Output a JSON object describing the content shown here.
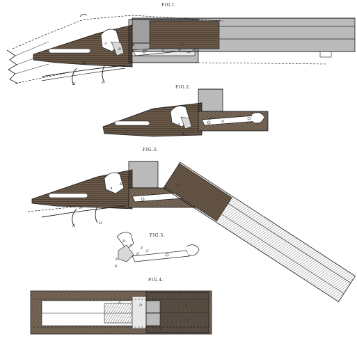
{
  "figures": {
    "fig1": {
      "label": "FIG.I.",
      "refs": {
        "a": "A",
        "b": "B",
        "c": "C",
        "c1": "C'",
        "d": "D",
        "h": "H",
        "hp": "H'",
        "h2": "H",
        "e": "E"
      }
    },
    "fig2": {
      "label": "FIG.2.",
      "refs": {
        "c": "C",
        "c1": "C'",
        "d": "D",
        "k": "K",
        "a": "A"
      }
    },
    "fig3": {
      "label": "FIG.3.",
      "refs": {
        "a": "A",
        "b": "B",
        "f": "F",
        "e": "E",
        "hp": "H'",
        "h": "H",
        "h2": "H"
      }
    },
    "fig4": {
      "label": "FIG.4.",
      "refs": {
        "c": "C",
        "c2": "C",
        "cp": "C'",
        "d": "D",
        "a": "A",
        "c3": "C"
      }
    },
    "fig5": {
      "label": "FIG.5.",
      "refs": {
        "a": "A",
        "b": "B",
        "c": "C",
        "d": "D",
        "e": "E",
        "f": "F",
        "k": "K"
      }
    }
  },
  "colors": {
    "ink": "#1a1a1a",
    "wood": "#6b5a4a",
    "paper": "#ffffff",
    "metal": "#e8e8e8"
  }
}
